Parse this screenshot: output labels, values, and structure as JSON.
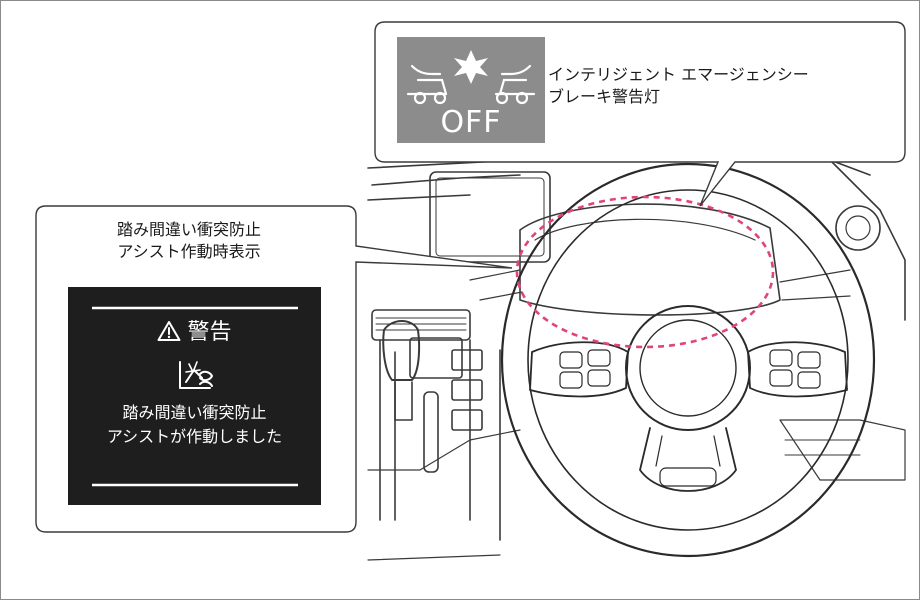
{
  "ieb_callout": {
    "indicator_text": "OFF",
    "label_line1": "インテリジェント エマージェンシー",
    "label_line2": "ブレーキ警告灯",
    "icon": "forward-collision-cars-star-icon",
    "indicator_color": "#8c8c8c"
  },
  "pedal_callout": {
    "title_line1": "踏み間違い衝突防止",
    "title_line2": "アシスト作動時表示",
    "display": {
      "header": "警告",
      "header_icon": "warning-triangle-icon",
      "pedal_icon": "pedal-misapplication-icon",
      "message_line1": "踏み間違い衝突防止",
      "message_line2": "アシストが作動しました",
      "background": "#1e1e1e"
    }
  },
  "highlight": {
    "color": "#e0447a",
    "target": "meter-cluster"
  }
}
